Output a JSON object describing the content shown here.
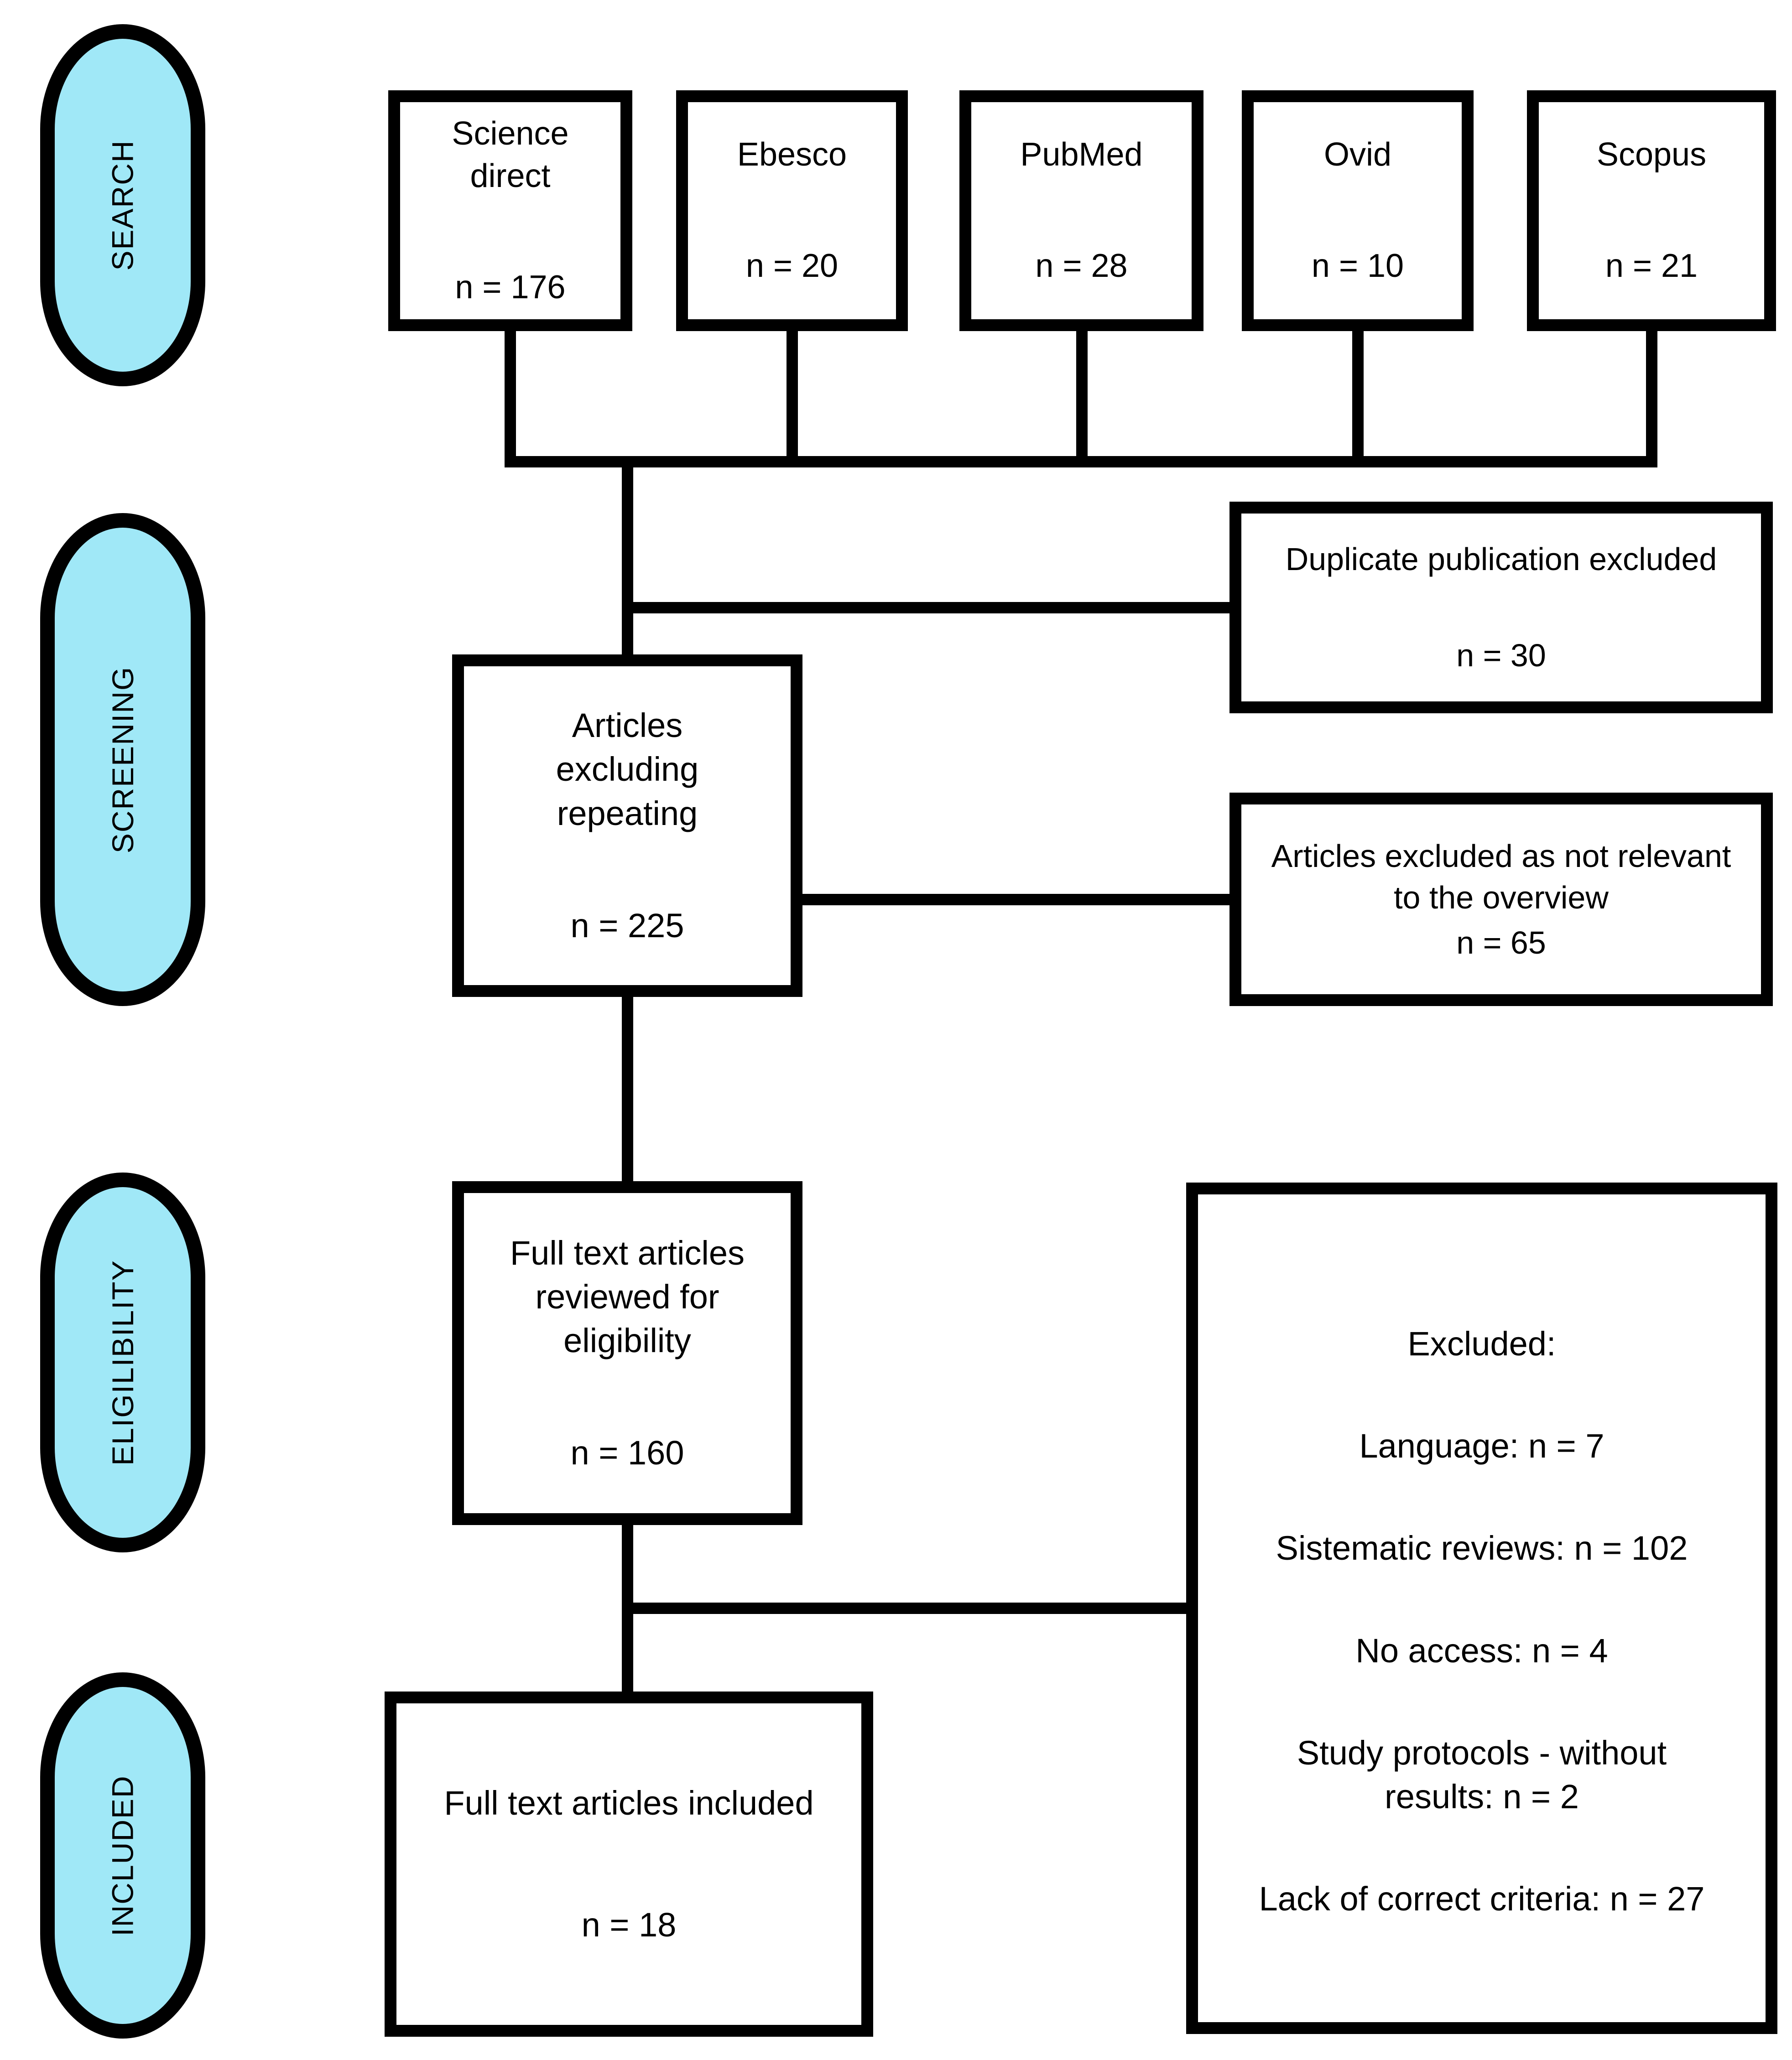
{
  "diagram": {
    "stages": [
      {
        "label": "SEARCH"
      },
      {
        "label": "SCREENING"
      },
      {
        "label": "ELIGILIBILITY"
      },
      {
        "label": "INCLUDED"
      }
    ],
    "sources": [
      {
        "name": "Science\ndirect",
        "count": "n = 176"
      },
      {
        "name": "Ebesco",
        "count": "n = 20"
      },
      {
        "name": "PubMed",
        "count": "n = 28"
      },
      {
        "name": "Ovid",
        "count": "n = 10"
      },
      {
        "name": "Scopus",
        "count": "n = 21"
      }
    ],
    "duplicate_box": {
      "title": "Duplicate publication excluded",
      "count": "n = 30"
    },
    "screening_box": {
      "title": "Articles\nexcluding\nrepeating",
      "count": "n = 225"
    },
    "not_relevant_box": {
      "title": "Articles excluded as not relevant\nto the overview",
      "count": "n = 65"
    },
    "eligibility_box": {
      "title": "Full text articles\nreviewed for\neligibility",
      "count": "n = 160"
    },
    "excluded_box": {
      "title": "Excluded:",
      "items": [
        "Language: n = 7",
        "Sistematic reviews: n = 102",
        "No access: n = 4",
        "Study protocols - without\nresults: n = 2",
        "Lack of correct criteria: n = 27"
      ]
    },
    "included_box": {
      "title": "Full text articles included",
      "count": "n = 18"
    },
    "colors": {
      "stage_fill": "#A0E8F7",
      "line": "#000000"
    }
  }
}
